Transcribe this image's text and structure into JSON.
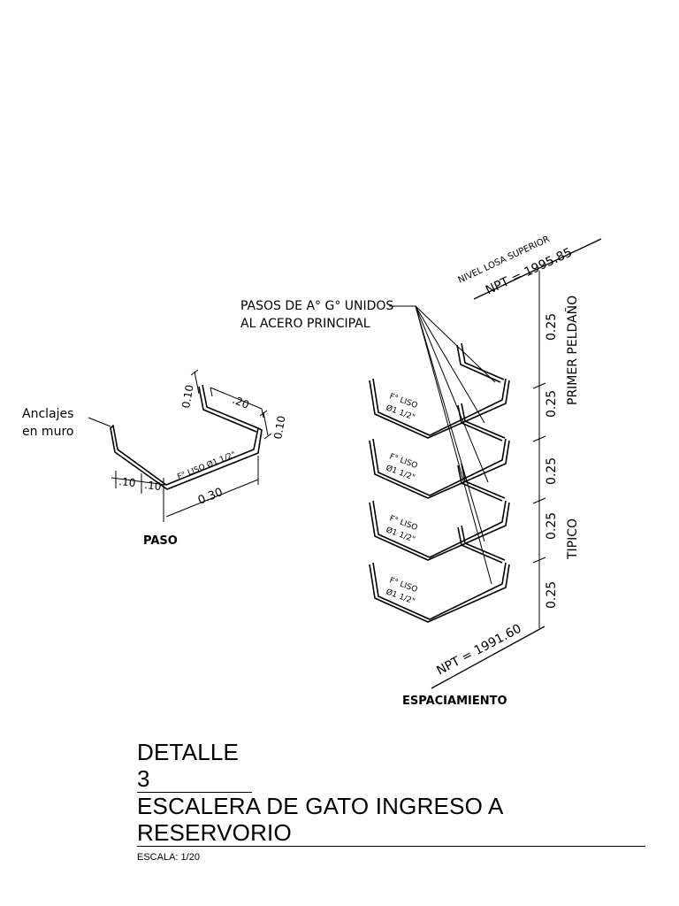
{
  "paso": {
    "label": "PASO",
    "anclajes_line1": "Anclajes",
    "anclajes_line2": "en muro",
    "dim_top_vertical": "0.10",
    "dim_top_horizontal": ".20",
    "dim_right_vertical": "0.10",
    "dim_bottom_left_a": ".10",
    "dim_bottom_left_b": ".10",
    "dim_bottom_total": "0.30",
    "bar_spec": "F° LISO Ø1 1/2\""
  },
  "espaciamiento": {
    "label": "ESPACIAMIENTO",
    "nivel_losa": "NIVEL LOSA SUPERIOR",
    "npt_top": "NPT = 1995.85",
    "npt_bottom": "NPT = 1991.60",
    "pasos_line1": "PASOS DE A° G° UNIDOS",
    "pasos_line2": "AL ACERO PRINCIPAL",
    "primer_peldano": "PRIMER PELDAÑO",
    "tipico": "TIPICO",
    "spacing": [
      "0.25",
      "0.25",
      "0.25",
      "0.25",
      "0.25"
    ],
    "rung_spec_line1": "F° LISO",
    "rung_spec_line2": "Ø1 1/2\""
  },
  "title": {
    "line1": "DETALLE 3",
    "line2": "ESCALERA DE GATO INGRESO A RESERVORIO",
    "scale": "ESCALA: 1/20"
  }
}
